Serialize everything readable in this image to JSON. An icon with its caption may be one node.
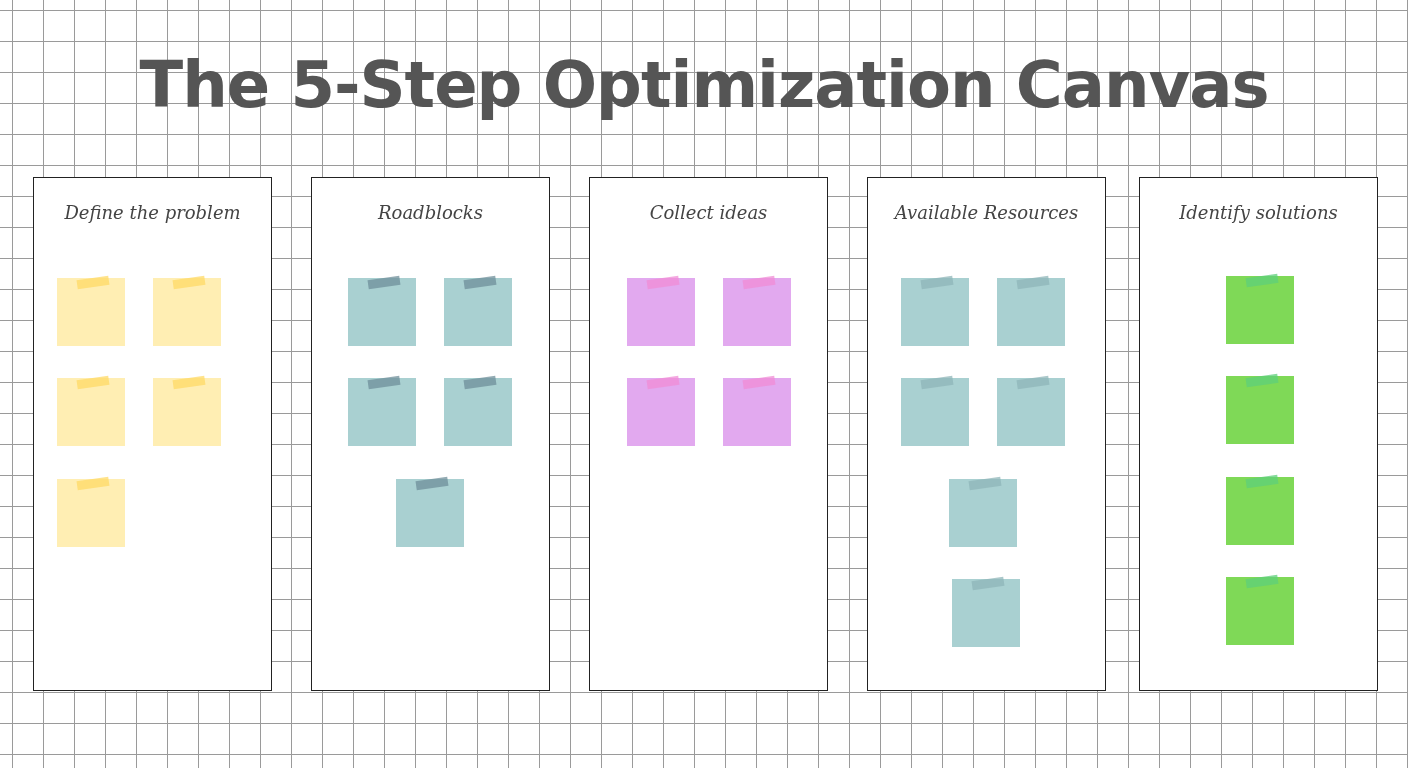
{
  "diagram": {
    "title": "The 5-Step Optimization Canvas",
    "nodes": [
      {
        "text": [
          "Define the problem"
        ]
      },
      {
        "text": [],
        "shape": "box",
        "in": 0
      },
      {
        "text": [],
        "shape": "box",
        "in": 0
      },
      {
        "text": [],
        "shape": "box",
        "in": 0
      },
      {
        "text": [],
        "shape": "box",
        "in": 0
      },
      {
        "text": [],
        "shape": "box",
        "in": 0
      },
      {
        "text": [
          "Roadblocks"
        ]
      },
      {
        "text": [],
        "shape": "box",
        "in": 6
      },
      {
        "text": [],
        "shape": "box",
        "in": 6
      },
      {
        "text": [],
        "shape": "box",
        "in": 6
      },
      {
        "text": [],
        "shape": "box",
        "in": 6
      },
      {
        "text": [],
        "shape": "box",
        "in": 6
      },
      {
        "text": [
          "Collect ideas"
        ]
      },
      {
        "text": [],
        "shape": "box",
        "in": 12
      },
      {
        "text": [],
        "shape": "box",
        "in": 12
      },
      {
        "text": [],
        "shape": "box",
        "in": 12
      },
      {
        "text": [],
        "shape": "box",
        "in": 12
      },
      {
        "text": [
          "Available Resources"
        ]
      },
      {
        "text": [],
        "shape": "box",
        "in": 17
      },
      {
        "text": [],
        "shape": "box",
        "in": 17
      },
      {
        "text": [],
        "shape": "box",
        "in": 17
      },
      {
        "text": [],
        "shape": "box",
        "in": 17
      },
      {
        "text": [],
        "shape": "box",
        "in": 17
      },
      {
        "text": [],
        "shape": "box",
        "in": 17
      },
      {
        "text": [
          "Identify solutions"
        ]
      },
      {
        "text": [],
        "shape": "box",
        "in": 24
      },
      {
        "text": [],
        "shape": "box",
        "in": 24
      },
      {
        "text": [],
        "shape": "box",
        "in": 24
      },
      {
        "text": [],
        "shape": "box",
        "in": 24
      }
    ],
    "edges": []
  }
}
